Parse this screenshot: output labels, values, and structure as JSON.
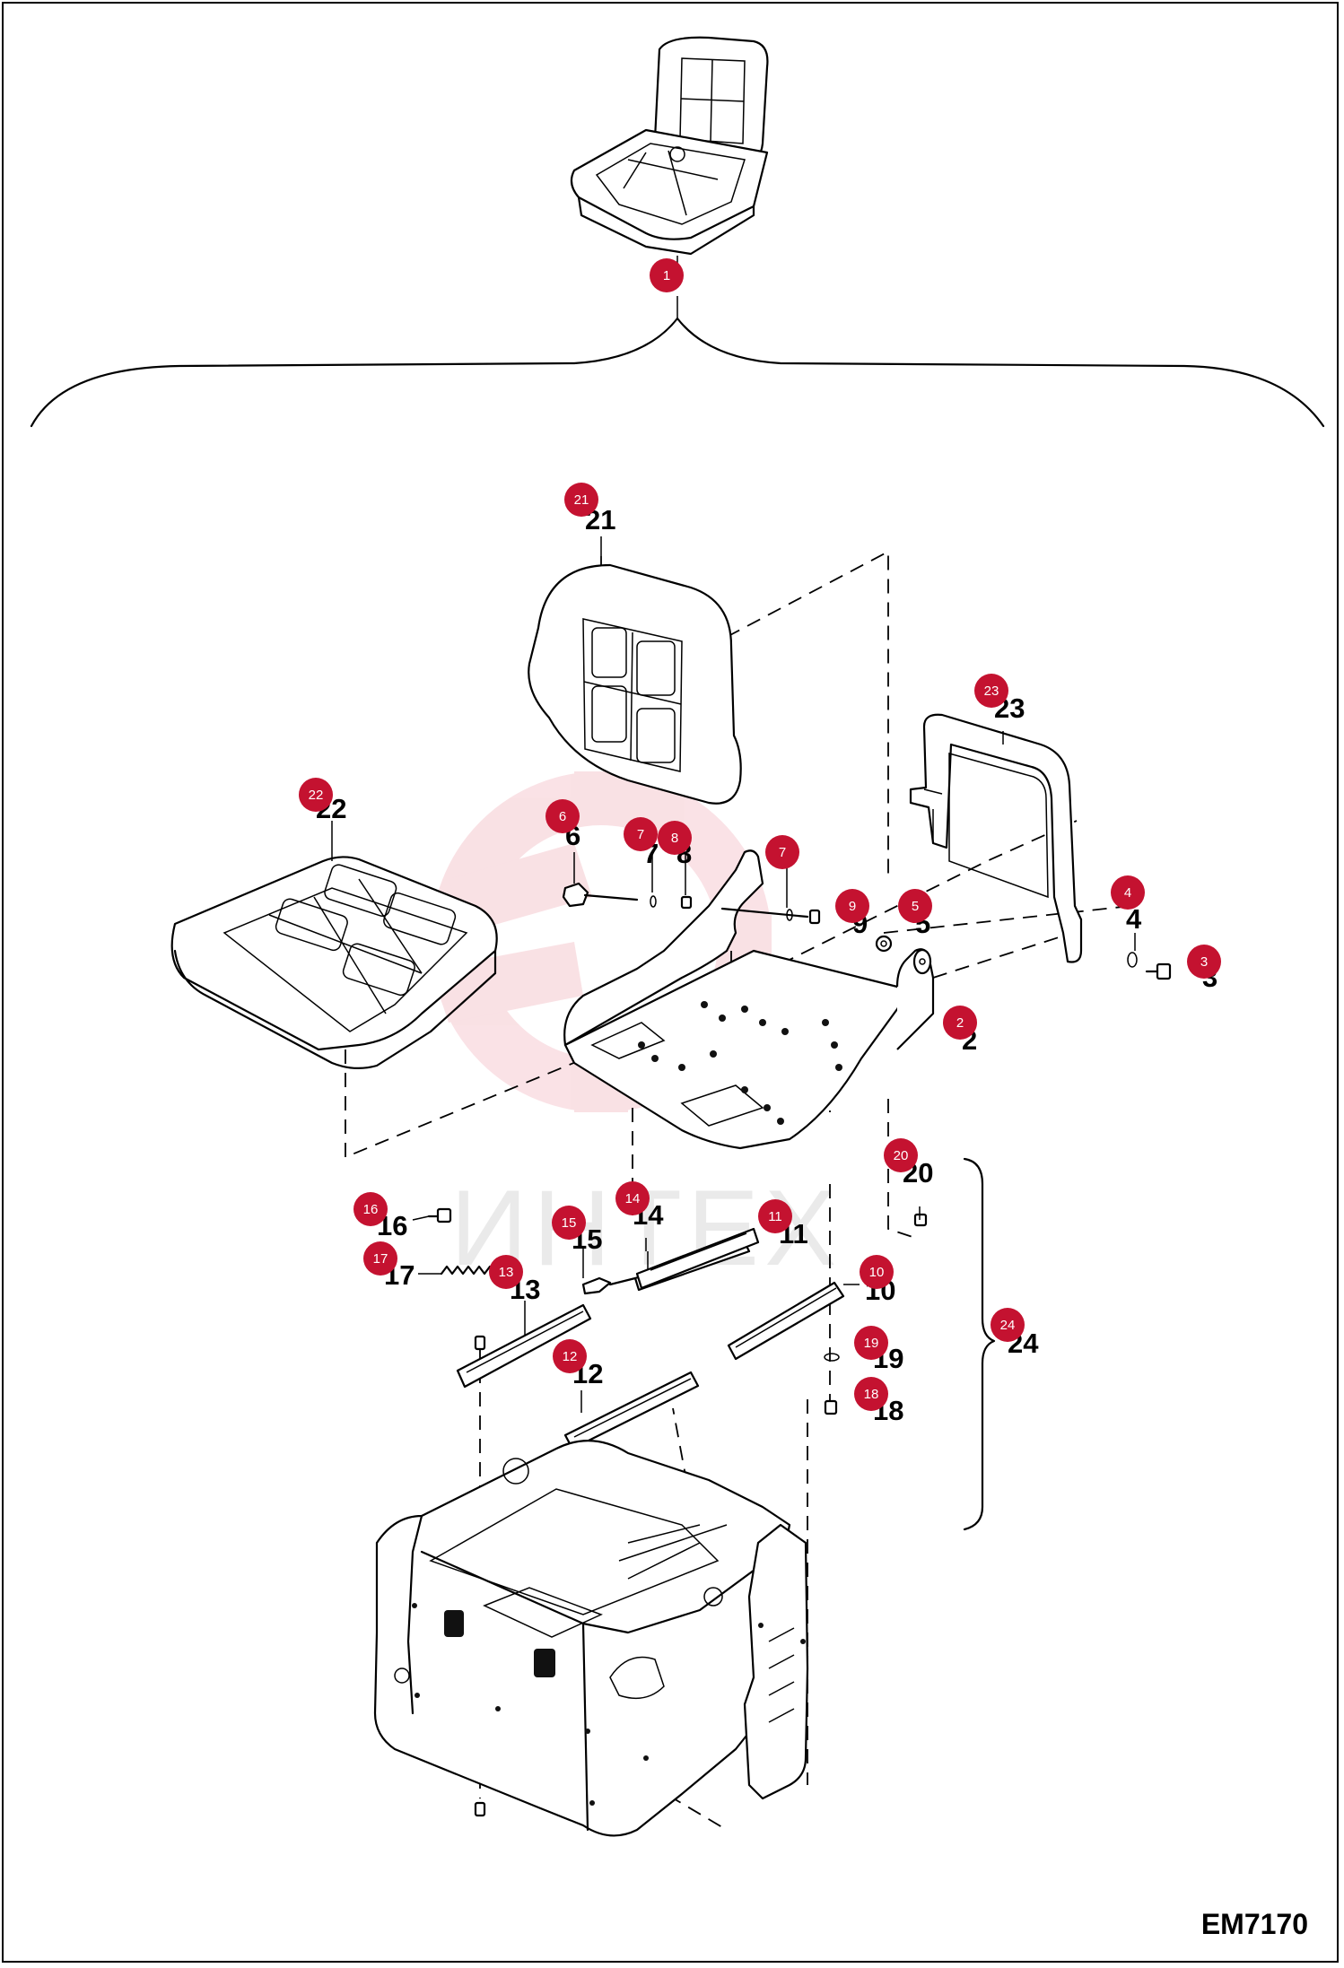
{
  "drawing_code": "EM7170",
  "watermark": "ИНТЕХ",
  "callout_color": "#c41230",
  "callouts": [
    {
      "label": "1"
    },
    {
      "label": "2"
    },
    {
      "label": "3"
    },
    {
      "label": "4"
    },
    {
      "label": "5"
    },
    {
      "label": "6"
    },
    {
      "label": "7"
    },
    {
      "label": "7"
    },
    {
      "label": "8"
    },
    {
      "label": "9"
    },
    {
      "label": "10"
    },
    {
      "label": "11"
    },
    {
      "label": "12"
    },
    {
      "label": "13"
    },
    {
      "label": "14"
    },
    {
      "label": "15"
    },
    {
      "label": "16"
    },
    {
      "label": "17"
    },
    {
      "label": "18"
    },
    {
      "label": "19"
    },
    {
      "label": "20"
    },
    {
      "label": "21"
    },
    {
      "label": "22"
    },
    {
      "label": "23"
    },
    {
      "label": "24"
    }
  ],
  "part_labels": [
    "21",
    "22",
    "23",
    "6",
    "7",
    "8",
    "7",
    "9",
    "5",
    "4",
    "3",
    "2",
    "20",
    "16",
    "14",
    "11",
    "15",
    "17",
    "13",
    "10",
    "24",
    "12",
    "19",
    "18"
  ]
}
